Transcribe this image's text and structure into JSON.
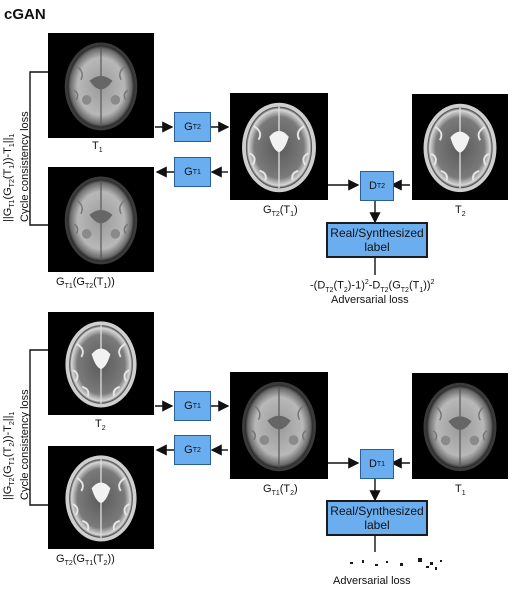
{
  "title": "cGAN",
  "top": {
    "img_t1_caption": "T",
    "img_t1_sub": "1",
    "img_gt2_caption": "G",
    "img_gt2_sub": "T2",
    "img_gt2_arg": "(T",
    "img_gt2_argsub": "1",
    "img_t2_caption": "T",
    "img_t2_sub": "2",
    "img_recon_caption": "G",
    "img_recon_sub1": "T1",
    "img_recon_mid": "(G",
    "img_recon_sub2": "T2",
    "img_recon_arg": "(T",
    "img_recon_argsub": "1",
    "box_forward": "G",
    "box_forward_sub": "T2",
    "box_backward": "G",
    "box_backward_sub": "T1",
    "disc": "D",
    "disc_sub": "T2",
    "rs_line1": "Real/Synthesized",
    "rs_line2": "label",
    "loss_formula": "-(D",
    "loss_label": "Adversarial loss",
    "cycle_formula": "||G",
    "cycle_label": "Cycle consistency loss"
  },
  "bottom": {
    "img_t2_caption": "T",
    "img_t2_sub": "2",
    "img_gt1_caption": "G",
    "img_gt1_sub": "T1",
    "img_gt1_arg": "(T",
    "img_gt1_argsub": "2",
    "img_t1_caption": "T",
    "img_t1_sub": "1",
    "img_recon_caption": "G",
    "img_recon_sub1": "T2",
    "img_recon_mid": "(G",
    "img_recon_sub2": "T1",
    "img_recon_arg": "(T",
    "img_recon_argsub": "2",
    "box_forward": "G",
    "box_forward_sub": "T1",
    "box_backward": "G",
    "box_backward_sub": "T2",
    "disc": "D",
    "disc_sub": "T1",
    "rs_line1": "Real/Synthesized",
    "rs_line2": "label",
    "loss_label": "Adversarial loss",
    "cycle_label": "Cycle consistency loss"
  },
  "colors": {
    "box_fill": "#6aaef0",
    "box_border": "#2a5f97",
    "image_bg": "#000000"
  }
}
